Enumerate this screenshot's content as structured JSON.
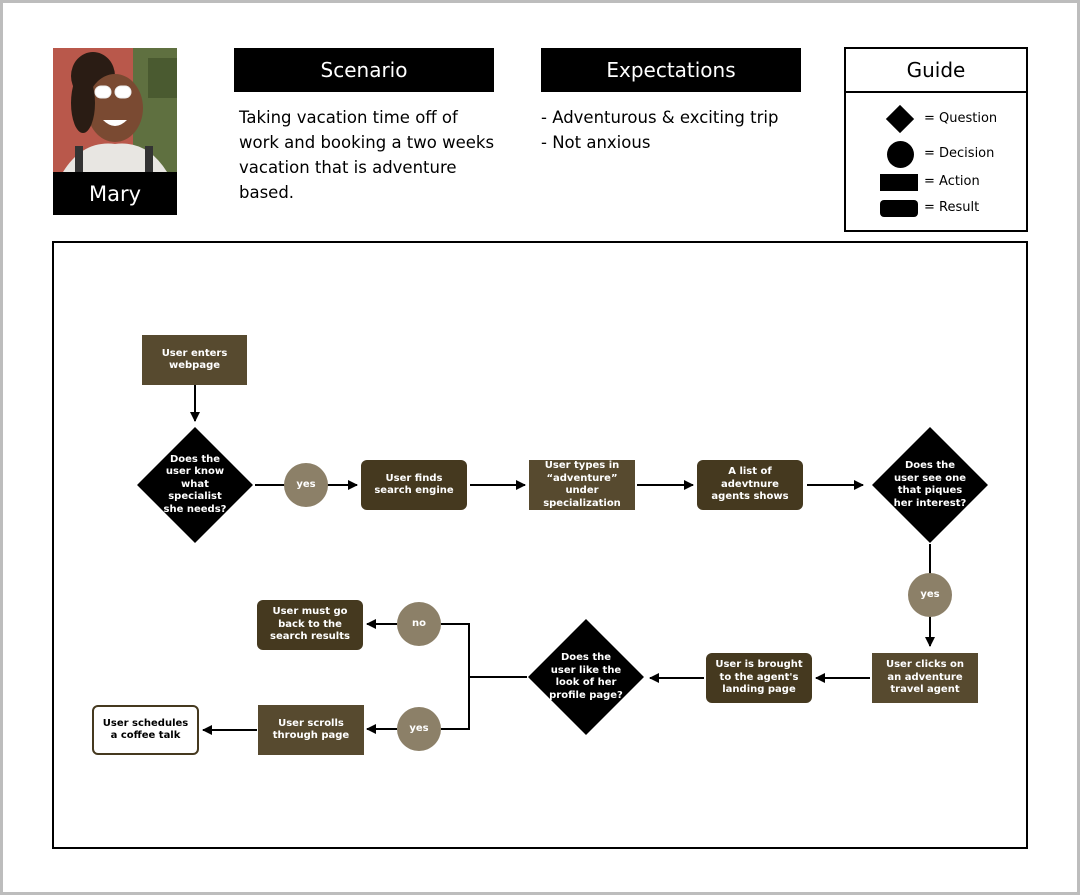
{
  "persona": {
    "name": "Mary"
  },
  "scenario": {
    "title": "Scenario",
    "lines": [
      "Taking vacation time off of",
      "work and booking a two weeks",
      "vacation that is adventure",
      "based."
    ]
  },
  "expectations": {
    "title": "Expectations",
    "lines": [
      "- Adventurous & exciting trip",
      "- Not anxious"
    ]
  },
  "guide": {
    "title": "Guide",
    "question": "= Question",
    "decision": "= Decision",
    "action": "= Action",
    "result": "= Result"
  },
  "flow": {
    "start": "User enters webpage",
    "q1": "Does the user know what specialist she needs?",
    "d1": "yes",
    "r1": "User finds search engine",
    "a1": "User types in “adventure” under specialization",
    "r2": "A list of adevtnure agents shows",
    "q2": "Does the user see one that piques her interest?",
    "d2": "yes",
    "a2": "User clicks on an adventure travel agent",
    "r3": "User is brought to the agent's landing page",
    "q3": "Does the user like the look of her profile page?",
    "d_no": "no",
    "r_back": "User must go back to the search results",
    "d_yes": "yes",
    "a3": "User scrolls through page",
    "end": "User schedules a coffee talk"
  }
}
